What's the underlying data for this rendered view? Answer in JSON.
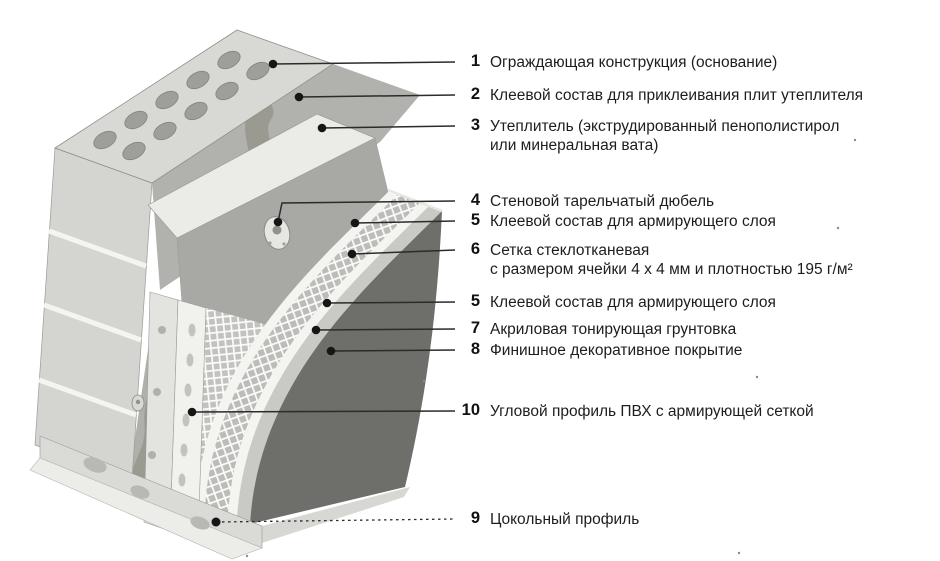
{
  "diagram": {
    "kind": "wall-insulation-system-cutaway",
    "language": "ru"
  },
  "callouts": [
    {
      "num": "1",
      "text": "Ограждающая конструкция (основание)"
    },
    {
      "num": "2",
      "text": "Клеевой состав для приклеивания плит утеплителя"
    },
    {
      "num": "3",
      "text": "Утеплитель (экструдированный пенополистирол\nили минеральная вата)"
    },
    {
      "num": "4",
      "text": "Стеновой тарельчатый дюбель"
    },
    {
      "num": "5",
      "text": "Клеевой состав для армирующего слоя"
    },
    {
      "num": "6",
      "text": "Сетка стеклотканевая\nс размером ячейки 4 х 4 мм  и плотностью 195 г/м²"
    },
    {
      "num": "5",
      "text": "Клеевой состав для армирующего слоя"
    },
    {
      "num": "7",
      "text": "Акриловая тонирующая грунтовка"
    },
    {
      "num": "8",
      "text": "Финишное декоративное покрытие"
    },
    {
      "num": "10",
      "text": "Угловой профиль ПВХ с армирующей сеткой"
    },
    {
      "num": "9",
      "text": "Цокольный профиль"
    }
  ],
  "colors": {
    "background": "#ffffff",
    "ink": "#1d1d1d",
    "wall_top": "#d8d8d4",
    "wall_end": "#d4d4d0",
    "wall_front": "#b1b1ad",
    "adhesive_wave": "#9a9a91",
    "insulation_top": "#ebebe7",
    "insulation_front": "#a8a8a4",
    "band_white": "#f4f4f0",
    "mesh_gray": "#bcbcb8",
    "primer_gray": "#c9c9c5",
    "finish_dark": "#6e6e6a",
    "profile_white": "#f1f1ed",
    "base_profile": "#e9e9e5"
  }
}
